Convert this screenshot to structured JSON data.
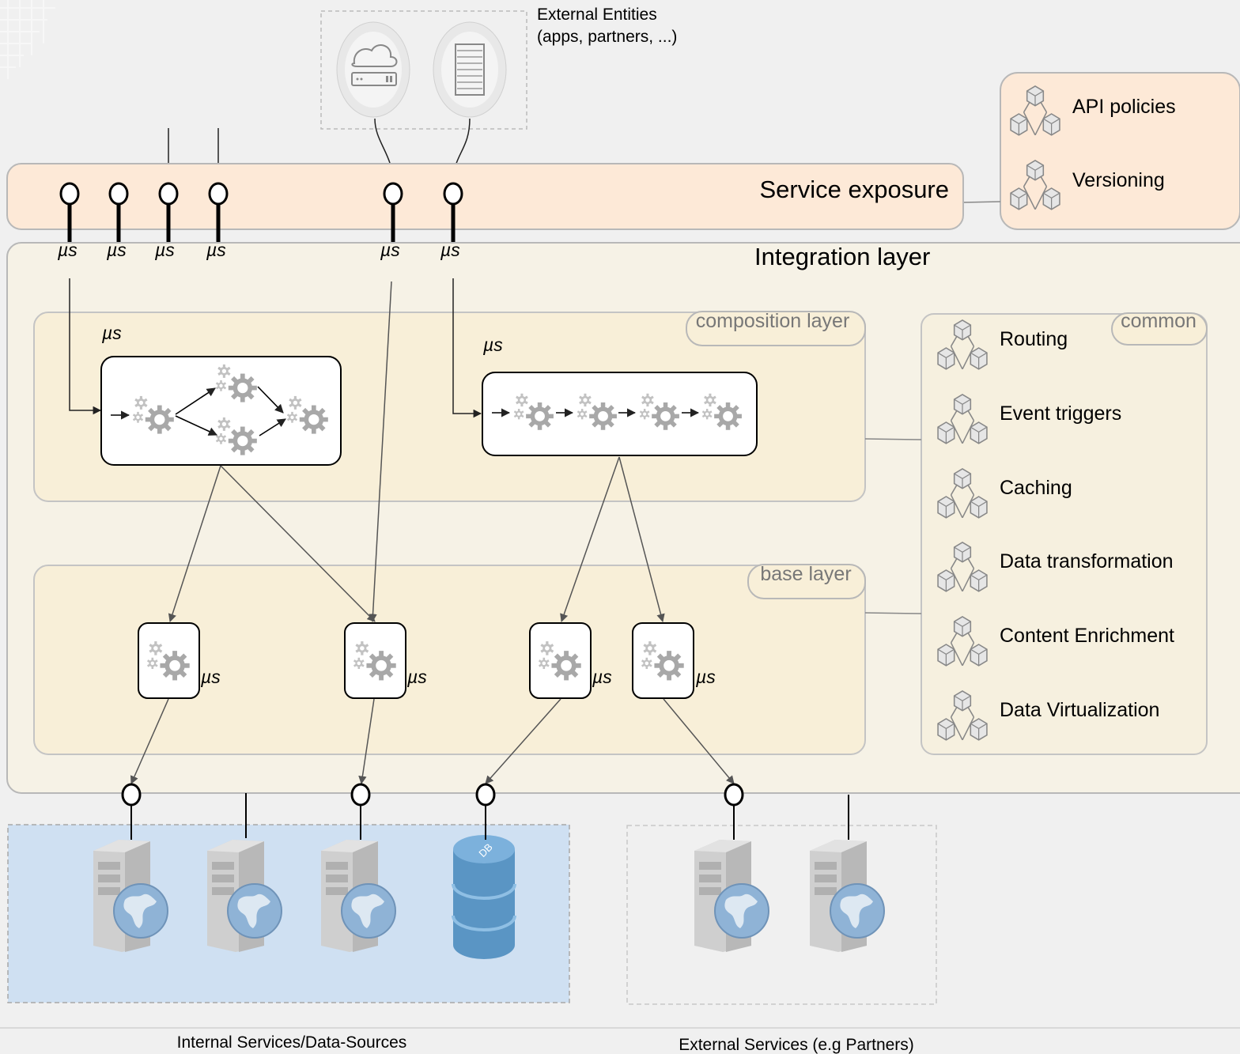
{
  "external_entities": {
    "line1": "External Entities",
    "line2": "(apps, partners, ...)"
  },
  "service_exposure": {
    "title": "Service exposure"
  },
  "policies": {
    "items": [
      "API policies",
      "Versioning"
    ]
  },
  "integration_layer": {
    "title": "Integration layer"
  },
  "composition_layer": {
    "tag": "composition layer"
  },
  "base_layer": {
    "tag": "base layer"
  },
  "common": {
    "tag": "common",
    "items": [
      "Routing",
      "Event triggers",
      "Caching",
      "Data transformation",
      "Content Enrichment",
      "Data Virtualization"
    ]
  },
  "microservice_label": "µs",
  "database_label": "DB",
  "footer": {
    "internal": "Internal Services/Data-Sources",
    "external": "External Services (e.g Partners)"
  },
  "colors": {
    "background": "#f0f0f0",
    "service_exposure_fill": "#fde9d7",
    "integration_fill": "#f6f2e6",
    "inner_layer_fill": "#f8efd8",
    "internal_zone_fill": "#cfe0f2",
    "db_fill": "#5a95c4",
    "connector": "#555555"
  }
}
